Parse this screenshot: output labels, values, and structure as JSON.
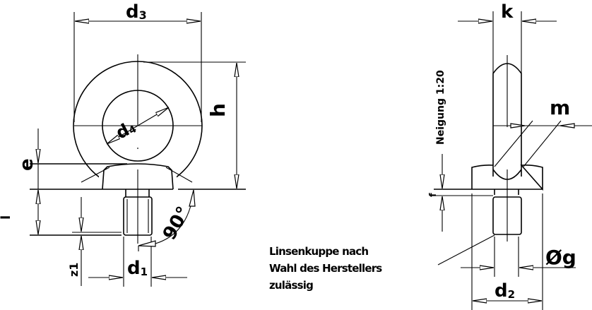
{
  "drawing": {
    "front_view": {
      "labels": {
        "d3": "d",
        "d3_sub": "3",
        "d4": "d",
        "d4_sub": "4",
        "h": "h",
        "e": "e",
        "l": "l",
        "z1": "z1",
        "d1": "d",
        "d1_sub": "1",
        "angle": "90°"
      }
    },
    "side_view": {
      "labels": {
        "k": "k",
        "m": "m",
        "f": "f",
        "g": "Øg",
        "d2": "d",
        "d2_sub": "2",
        "slope": "Neigung 1:20"
      }
    },
    "note": {
      "lines": [
        "Linsenkuppe nach",
        "Wahl des Herstellers",
        "zulässig"
      ]
    }
  }
}
